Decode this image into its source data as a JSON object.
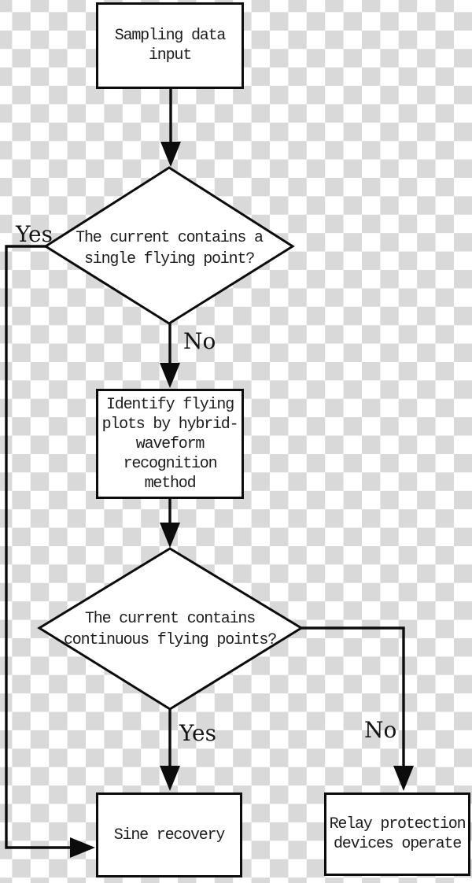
{
  "colors": {
    "checker_gray": "#d9d9d9",
    "checker_white": "#ffffff",
    "line": "#0c0c0c",
    "node_fill": "#ffffff",
    "text": "#1c1c1c"
  },
  "nodes": {
    "start": {
      "text": "Sampling data\ninput"
    },
    "decision1": {
      "text": "The current contains a\nsingle flying point?"
    },
    "process": {
      "text": "Identify flying\nplots by hybrid-\nwaveform\nrecognition\nmethod"
    },
    "decision2": {
      "text": "The current contains\ncontinuous flying points?"
    },
    "sine": {
      "text": "Sine recovery"
    },
    "relay": {
      "text": "Relay protection\ndevices operate"
    }
  },
  "edge_labels": {
    "decision1_yes": "Yes",
    "decision1_no": "No",
    "decision2_yes": "Yes",
    "decision2_no": "No"
  }
}
